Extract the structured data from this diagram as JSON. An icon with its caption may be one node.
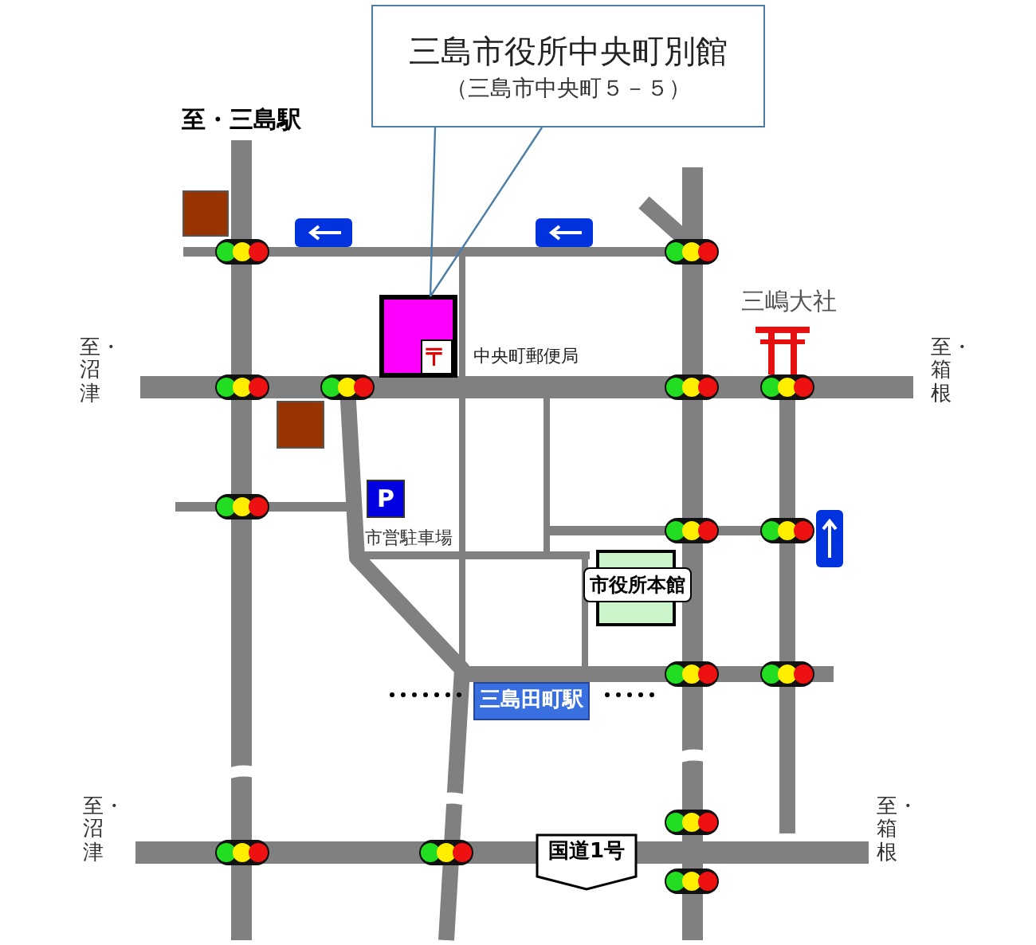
{
  "diagram": {
    "nodes": [
      {
        "text": [
          "三島市役所中央町別館",
          "（三島市中央町５－５）"
        ]
      },
      {
        "text": [],
        "shape": "box"
      }
    ],
    "edges": [
      {
        "from": 0,
        "to": 1,
        "arrow": "none"
      }
    ],
    "labels": [
      "至・三島駅",
      "〒",
      "中央町郵便局",
      "三嶋大社",
      "至・沼津",
      "至・箱根",
      "P",
      "市営駐車場",
      "市役所本館",
      "三島田町駅",
      "至・沼津",
      "国道1号",
      "至・箱根"
    ]
  }
}
